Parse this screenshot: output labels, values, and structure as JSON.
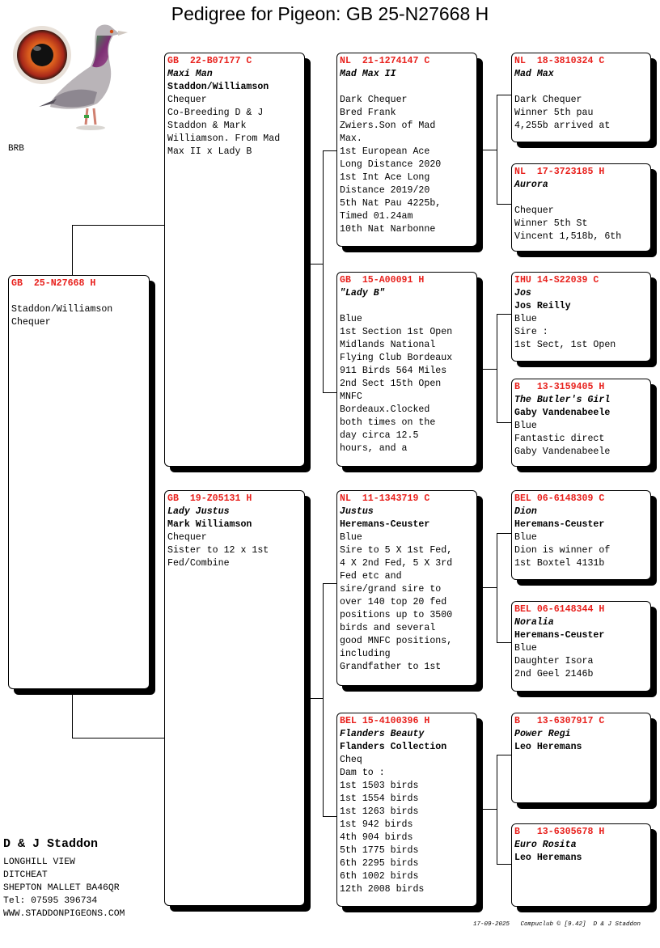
{
  "title": "Pedigree for Pigeon: GB  25-N27668 H",
  "photo_label": "BRB",
  "colors": {
    "ring": "#e8201c",
    "shadow": "#000000"
  },
  "subject": {
    "ring": "GB  25-N27668 H",
    "lines": [
      "",
      "Staddon/Williamson",
      "Chequer"
    ]
  },
  "sire": {
    "ring": "GB  22-B07177 C",
    "name": "Maxi Man",
    "breeder": "Staddon/Williamson",
    "lines": [
      "Chequer",
      "Co-Breeding D & J",
      "Staddon & Mark",
      "Williamson. From Mad",
      "Max II x Lady B"
    ]
  },
  "dam": {
    "ring": "GB  19-Z05131 H",
    "name": "Lady Justus",
    "breeder": "Mark Williamson",
    "lines": [
      "Chequer",
      "Sister to 12 x 1st",
      "Fed/Combine"
    ]
  },
  "ss": {
    "ring": "NL  21-1274147 C",
    "name": "Mad Max II",
    "lines": [
      "",
      "Dark Chequer",
      "Bred Frank",
      "Zwiers.Son of Mad",
      "Max.",
      "1st European Ace",
      "Long Distance 2020",
      "1st Int Ace Long",
      "Distance 2019/20",
      "5th Nat Pau 4225b,",
      "Timed 01.24am",
      "10th Nat Narbonne"
    ]
  },
  "sd": {
    "ring": "GB  15-A00091 H",
    "name": "\"Lady B\"",
    "lines": [
      "",
      "Blue",
      "1st Section 1st Open",
      "Midlands National",
      "Flying Club Bordeaux",
      "911 Birds 564 Miles",
      "2nd Sect 15th Open",
      "MNFC",
      "Bordeaux.Clocked",
      "both times on the",
      "day circa 12.5",
      "hours, and a"
    ]
  },
  "ds": {
    "ring": "NL  11-1343719 C",
    "name": "Justus",
    "breeder": "Heremans-Ceuster",
    "lines": [
      "Blue",
      "Sire to 5 X 1st Fed,",
      "4 X 2nd Fed, 5 X 3rd",
      "Fed etc and",
      "sire/grand sire to",
      "over 140 top 20 fed",
      "positions up to 3500",
      "birds and several",
      "good MNFC positions,",
      "including",
      "Grandfather to 1st"
    ]
  },
  "dd": {
    "ring": "BEL 15-4100396 H",
    "name": "Flanders Beauty",
    "breeder": "Flanders Collection",
    "lines": [
      "Cheq",
      "Dam to :",
      "1st 1503 birds",
      "1st 1554 birds",
      "1st 1263 birds",
      "1st 942 birds",
      "4th 904 birds",
      "5th 1775 birds",
      "6th 2295 birds",
      "6th 1002 birds",
      "12th 2008 birds"
    ]
  },
  "sss": {
    "ring": "NL  18-3810324 C",
    "name": "Mad Max",
    "lines": [
      "",
      "Dark Chequer",
      "Winner 5th pau",
      "4,255b arrived at"
    ]
  },
  "ssd": {
    "ring": "NL  17-3723185 H",
    "name": "Aurora",
    "lines": [
      "",
      "Chequer",
      "Winner 5th St",
      "Vincent 1,518b, 6th"
    ]
  },
  "sds": {
    "ring": "IHU 14-S22039 C",
    "name": "Jos",
    "breeder": "Jos Reilly",
    "lines": [
      "Blue",
      "Sire :",
      "1st Sect, 1st Open"
    ]
  },
  "sdd": {
    "ring": "B   13-3159405 H",
    "name": "The Butler's Girl",
    "breeder": "Gaby Vandenabeele",
    "lines": [
      "Blue",
      "Fantastic direct",
      "Gaby Vandenabeele"
    ]
  },
  "dss": {
    "ring": "BEL 06-6148309 C",
    "name": "Dion",
    "breeder": "Heremans-Ceuster",
    "lines": [
      "Blue",
      "Dion is winner of",
      "1st Boxtel 4131b"
    ]
  },
  "dsd": {
    "ring": "BEL 06-6148344 H",
    "name": "Noralia",
    "breeder": "Heremans-Ceuster",
    "lines": [
      "Blue",
      "Daughter Isora",
      "2nd Geel 2146b"
    ]
  },
  "dds": {
    "ring": "B   13-6307917 C",
    "name": "Power Regi",
    "breeder": "Leo Heremans",
    "lines": []
  },
  "ddd": {
    "ring": "B   13-6305678 H",
    "name": "Euro Rosita",
    "breeder": "Leo Heremans",
    "lines": []
  },
  "owner": {
    "name": "D & J Staddon",
    "lines": [
      "LONGHILL VIEW",
      "DITCHEAT",
      "SHEPTON MALLET BA46QR",
      "Tel: 07595 396734",
      "WWW.STADDONPIGEONS.COM"
    ]
  },
  "footer": "17-09-2025   Compuclub © [9.42]  D & J Staddon"
}
